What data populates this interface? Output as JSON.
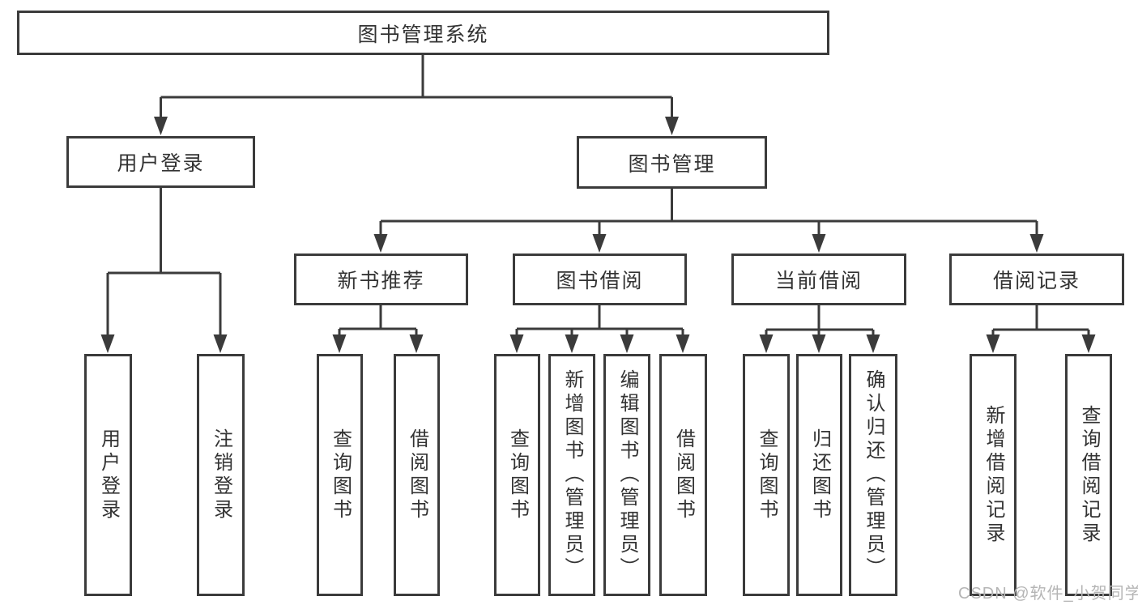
{
  "tree": {
    "root": {
      "label": "图书管理系统"
    },
    "branches": [
      {
        "label": "用户登录",
        "children": [
          {
            "label": "用户登录"
          },
          {
            "label": "注销登录"
          }
        ]
      },
      {
        "label": "图书管理",
        "children": [
          {
            "label": "新书推荐",
            "children": [
              {
                "label": "查询图书"
              },
              {
                "label": "借阅图书"
              }
            ]
          },
          {
            "label": "图书借阅",
            "children": [
              {
                "label": "查询图书"
              },
              {
                "label": "新增图书（管理员）"
              },
              {
                "label": "编辑图书（管理员）"
              },
              {
                "label": "借阅图书"
              }
            ]
          },
          {
            "label": "当前借阅",
            "children": [
              {
                "label": "查询图书"
              },
              {
                "label": "归还图书"
              },
              {
                "label": "确认归还（管理员）"
              }
            ]
          },
          {
            "label": "借阅记录",
            "children": [
              {
                "label": "新增借阅记录"
              },
              {
                "label": "查询借阅记录"
              }
            ]
          }
        ]
      }
    ]
  },
  "watermark": {
    "text": "CSDN @软件_小贺同学"
  },
  "colors": {
    "line": "#3b3b3b",
    "text": "#333333",
    "watermark": "#b5b5b5",
    "background": "#ffffff"
  }
}
